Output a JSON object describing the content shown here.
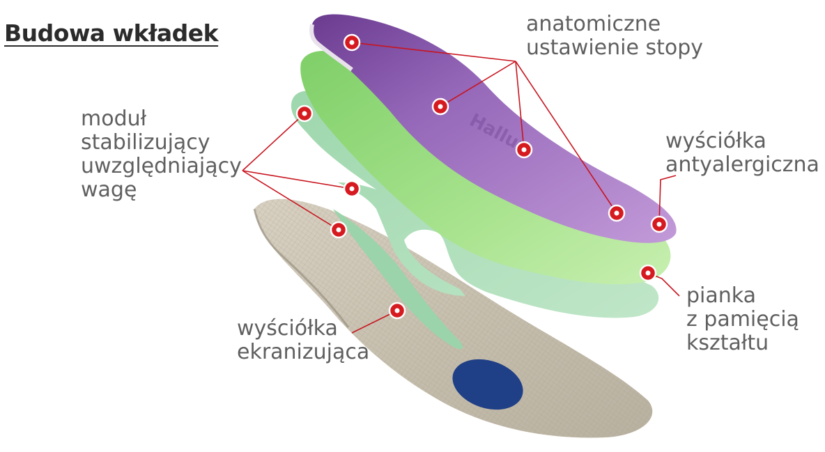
{
  "title": "Budowa wkładek",
  "colors": {
    "leader_line": "#c8141e",
    "marker": "#d51a20",
    "label_text": "#5f5f5f",
    "purple_layer": "#a678c8",
    "green_layer": "#8fd77a",
    "mint_layer": "#a9dcb6",
    "grey_layer": "#c9c1b0",
    "blue_insert": "#1f3f86"
  },
  "labels": {
    "anatomical": [
      "anatomiczne",
      "ustawienie stopy"
    ],
    "antiallergic": [
      "wyściółka",
      "antyalergiczna"
    ],
    "stabilizing": [
      "moduł",
      "stabilizujący",
      "uwzględniający",
      "wagę"
    ],
    "memory_foam": [
      "pianka",
      "z pamięcią",
      "kształtu"
    ],
    "screening": [
      "wyściółka",
      "ekranizująca"
    ]
  },
  "logo_text": "Hallux"
}
